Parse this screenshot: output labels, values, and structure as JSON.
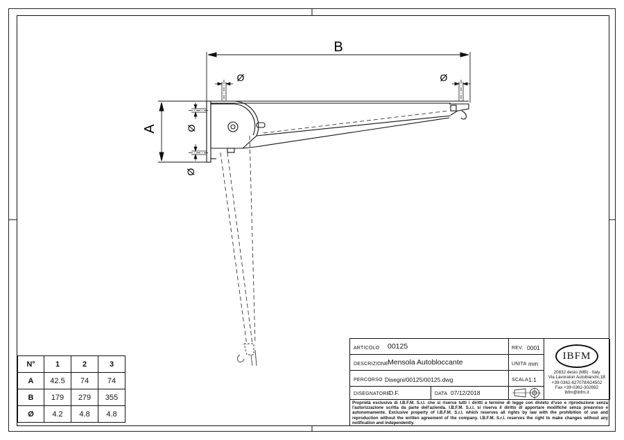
{
  "dimensions": {
    "label_b": "B",
    "label_a": "A",
    "diameter_symbol": "Ø"
  },
  "dim_table": {
    "header": [
      "N°",
      "1",
      "2",
      "3"
    ],
    "rows": [
      {
        "label": "A",
        "values": [
          "42.5",
          "74",
          "74"
        ]
      },
      {
        "label": "B",
        "values": [
          "179",
          "279",
          "355"
        ]
      },
      {
        "label": "Ø",
        "values": [
          "4.2",
          "4.8",
          "4.8"
        ]
      }
    ]
  },
  "title_block": {
    "articolo_label": "ARTICOLO",
    "articolo_value": "00125",
    "rev_label": "REV.",
    "rev_value": "0001",
    "descrizione_label": "DESCRIZIONE",
    "descrizione_value": "Mensola Autobloccante",
    "unita_label": "UNITA",
    "unita_value": "mm",
    "percorso_label": "PERCORSO",
    "percorso_value": "Disegni/00125/00125.dwg",
    "scala_label": "SCALA",
    "scala_value": "1:1",
    "disegnatore_label": "DISEGNATORE",
    "disegnatore_value": "D.F.",
    "data_label": "DATA",
    "data_value": "07/12/2018",
    "logo_text": "IBFM",
    "address": [
      "20832 desio (MB) - Italy",
      "Via Lavoratori Autobianchi,1B",
      "+39-0362-627078/624502",
      "Fax +39-0362-302692",
      "ibfm@ibfm.it"
    ],
    "notice_it": "Proprietà esclusiva di I.B.F.M. S.r.l. che si riserva tutti i diritti a termine di legge con divieto d'uso e riproduzione senza l'autorizzazione scritta da parte dell'azienda. I.B.F.M. S.r.l. si riserva il diritto di apportare modifiche senza preavviso e autonomamente.",
    "notice_en": "Exclusive property of I.B.F.M. S.r.l. which reserves all rights by law with the prohibition of use and reproduction without the written agreement of the company. I.B.F.M. S.r.l. reserves the right to make changes without any notification and independently."
  },
  "colors": {
    "line": "#111111",
    "dashed": "#333333"
  }
}
